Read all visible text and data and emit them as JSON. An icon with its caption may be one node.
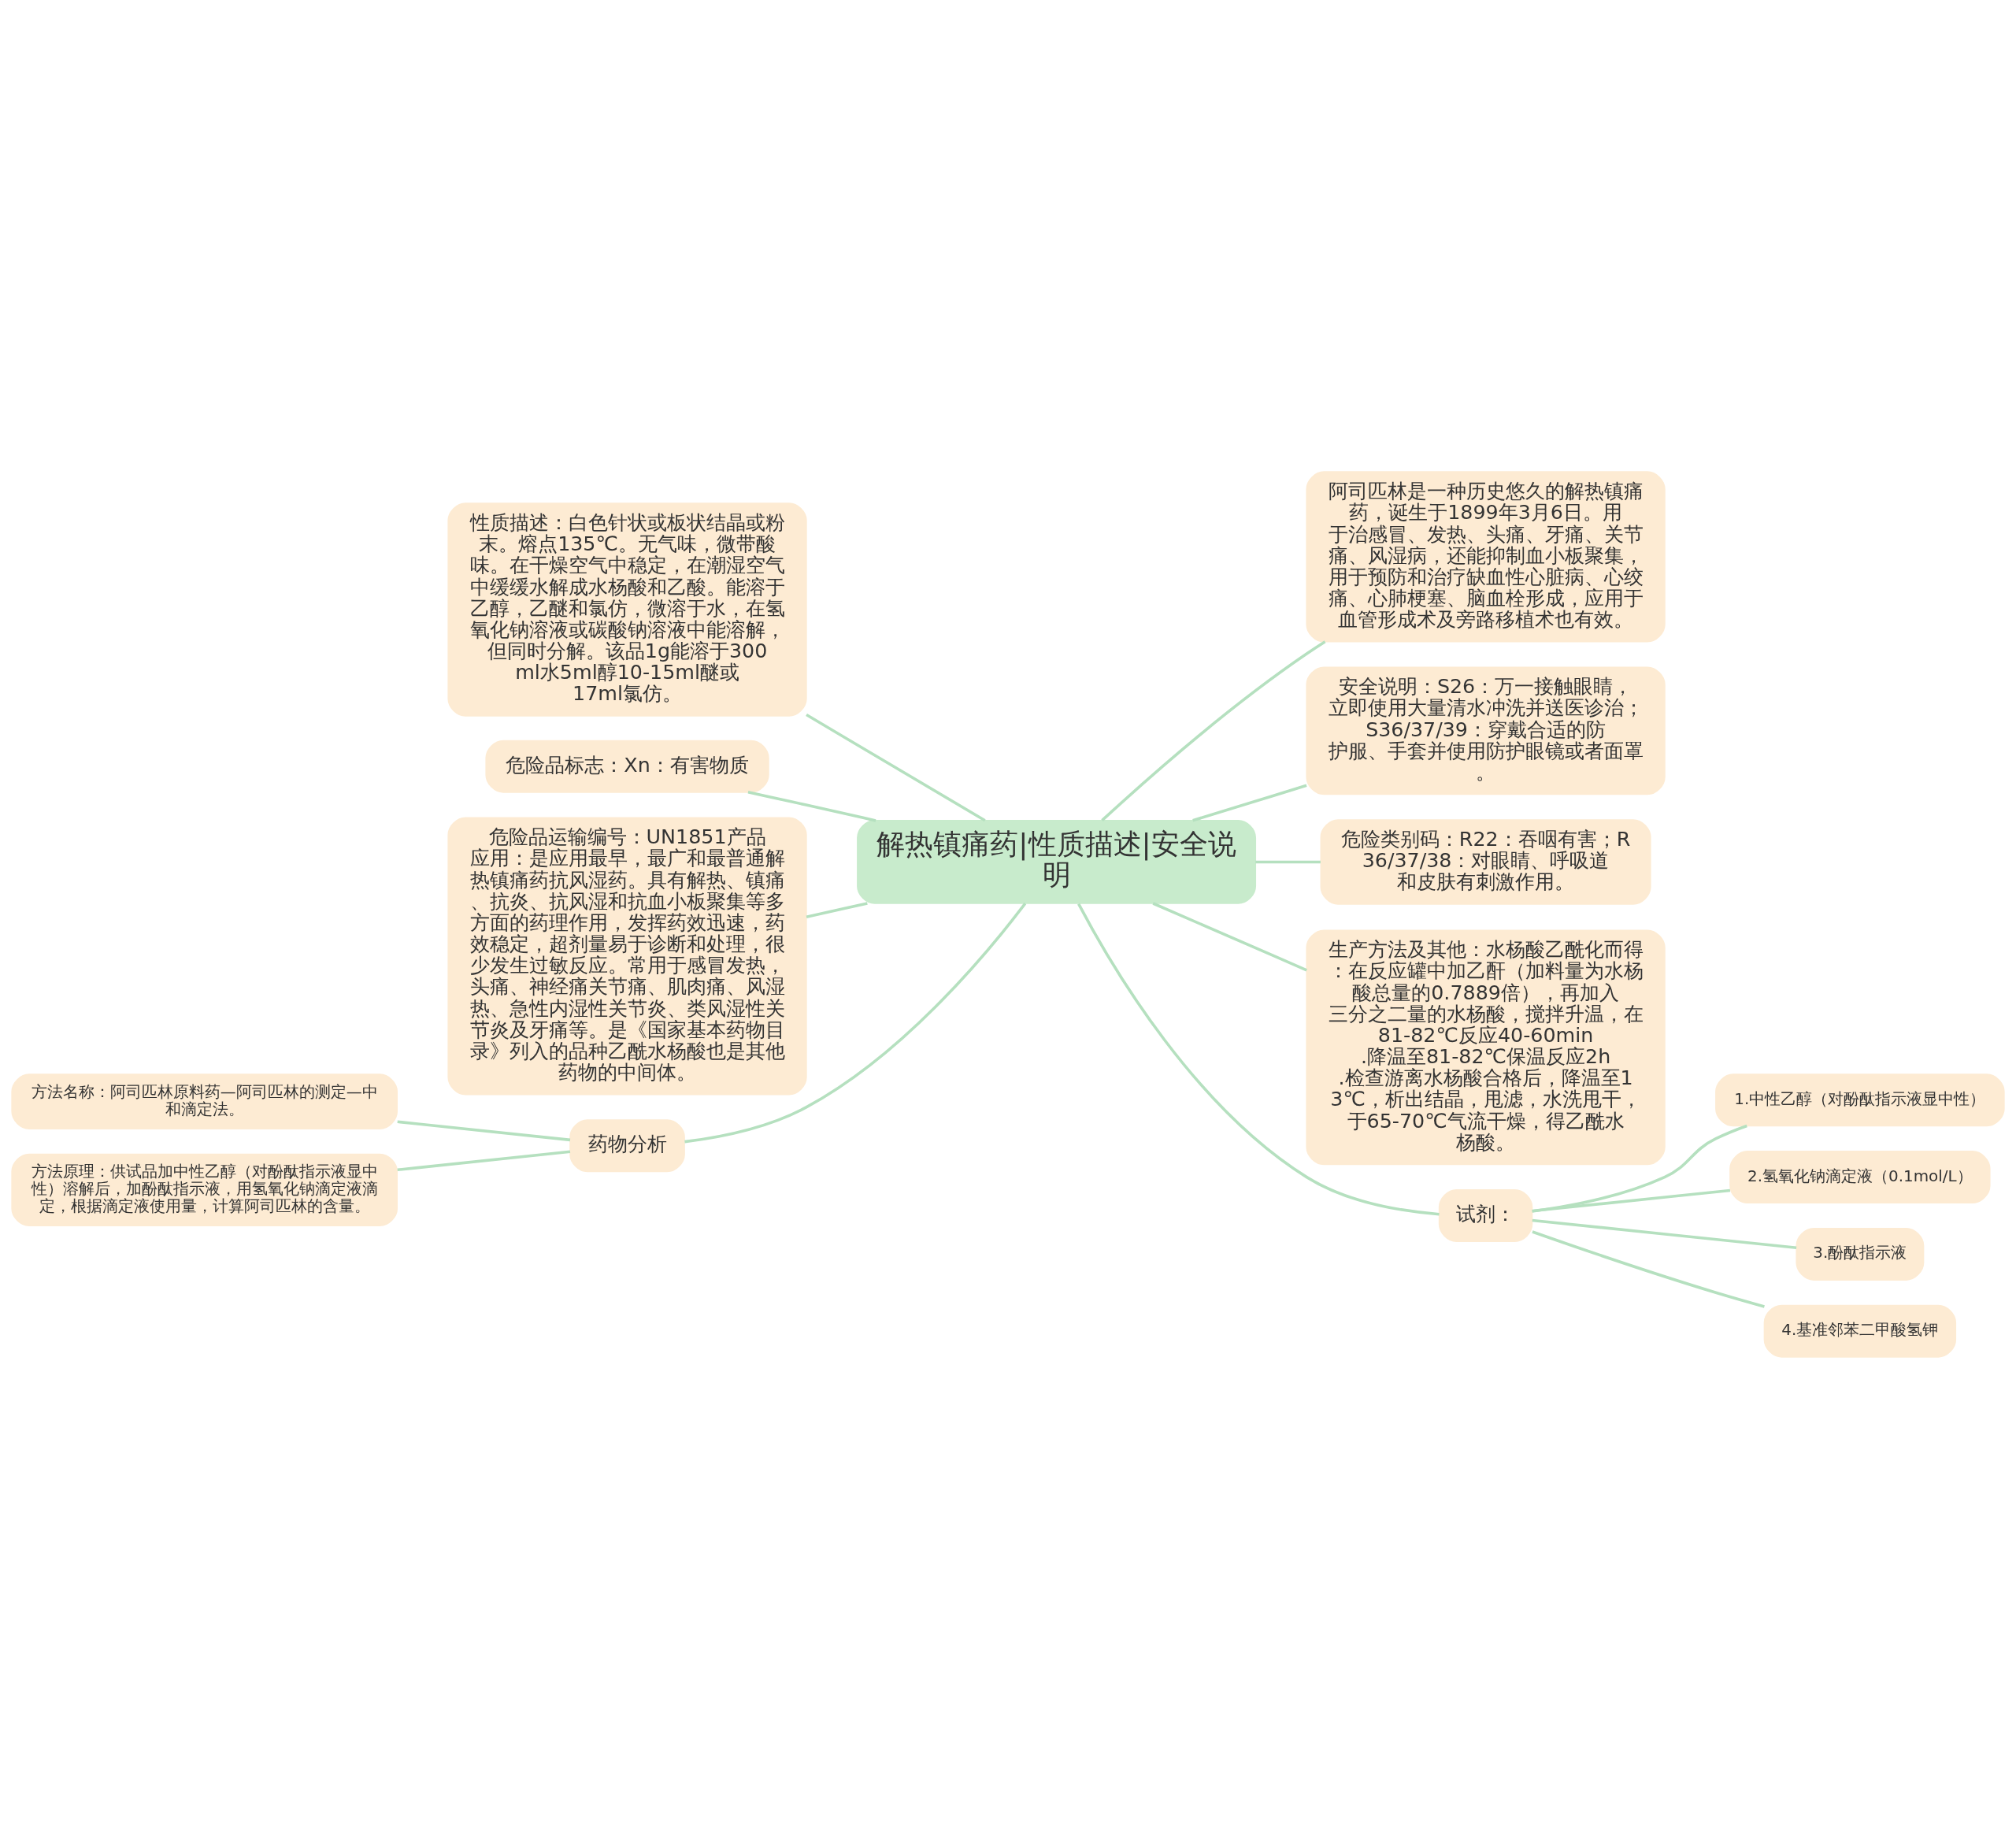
{
  "diagram": {
    "nodes": [
      {
        "text": [
          "解热镇痛药|性质描述|安全说明"
        ]
      },
      {
        "text": [
          "性质描述：白色针状或板状结晶或粉末。熔点135℃。无气味，微带酸味。在干燥空气中稳定，在潮湿空气中缓缓水解成水杨酸和乙酸。能溶于乙醇，乙醚和氯仿，微溶于水，在氢氧化钠溶液或碳酸钠溶液中能溶解，但同时分解。该品1g能溶于300ml水5ml醇10-15ml醚或17ml氯仿。"
        ]
      },
      {
        "text": [
          "危险品标志：Xn：有害物质"
        ]
      },
      {
        "text": [
          "危险品运输编号：UN1851产品应用：是应用最早，最广和最普通解热镇痛药抗风湿药。具有解热、镇痛、抗炎、抗风湿和抗血小板聚集等多方面的药理作用，发挥药效迅速，药效稳定，超剂量易于诊断和处理，很少发生过敏反应。常用于感冒发热，头痛、神经痛关节痛、肌肉痛、风湿热、急性内湿性关节炎、类风湿性关节炎及牙痛等。是《国家基本药物目录》列入的品种乙酰水杨酸也是其他药物的中间体。"
        ]
      },
      {
        "text": [
          "药物分析"
        ]
      },
      {
        "text": [
          "方法名称：阿司匹林原料药—阿司匹林的测定—中和滴定法。"
        ]
      },
      {
        "text": [
          "方法原理：供试品加中性乙醇（对酚酞指示液显中性）溶解后，加酚酞指示液，用氢氧化钠滴定液滴定，根据滴定液使用量，计算阿司匹林的含量。"
        ]
      },
      {
        "text": [
          "阿司匹林是一种历史悠久的解热镇痛药，诞生于1899年3月6日。用于治感冒、发热、头痛、牙痛、关节痛、风湿病，还能抑制血小板聚集，用于预防和治疗缺血性心脏病、心绞痛、心肺梗塞、脑血栓形成，应用于血管形成术及旁路移植术也有效。"
        ]
      },
      {
        "text": [
          "安全说明：S26：万一接触眼睛，立即使用大量清水冲洗并送医诊治；S36/37/39：穿戴合适的防护服、手套并使用防护眼镜或者面罩。"
        ]
      },
      {
        "text": [
          "危险类别码：R22：吞咽有害；R36/37/38：对眼睛、呼吸道和皮肤有刺激作用。"
        ]
      },
      {
        "text": [
          "生产方法及其他：水杨酸乙酰化而得：在反应罐中加乙酐（加料量为水杨酸总量的0.7889倍），再加入三分之二量的水杨酸，搅拌升温，在81-82℃反应40-60min.降温至81-82℃保温反应2h.检查游离水杨酸合格后，降温至13℃，析出结晶，甩滤，水洗甩干，于65-70℃气流干燥，得乙酰水杨酸。"
        ]
      },
      {
        "text": [
          "试剂："
        ]
      },
      {
        "text": [
          "1.中性乙醇（对酚酞指示液显中性）"
        ]
      },
      {
        "text": [
          "2.氢氧化钠滴定液（0.1mol/L）"
        ]
      },
      {
        "text": [
          "3.酚酞指示液"
        ]
      },
      {
        "text": [
          "4.基准邻苯二甲酸氢钾"
        ]
      }
    ],
    "edges": [
      {
        "from": 0,
        "to": 1,
        "arrow": "none"
      },
      {
        "from": 0,
        "to": 2,
        "arrow": "none"
      },
      {
        "from": 0,
        "to": 3,
        "arrow": "none"
      },
      {
        "from": 0,
        "to": 4,
        "arrow": "none"
      },
      {
        "from": 4,
        "to": 5,
        "arrow": "none"
      },
      {
        "from": 4,
        "to": 6,
        "arrow": "none"
      },
      {
        "from": 0,
        "to": 7,
        "arrow": "none"
      },
      {
        "from": 0,
        "to": 8,
        "arrow": "none"
      },
      {
        "from": 0,
        "to": 9,
        "arrow": "none"
      },
      {
        "from": 0,
        "to": 10,
        "arrow": "none"
      },
      {
        "from": 0,
        "to": 11,
        "arrow": "none"
      },
      {
        "from": 11,
        "to": 12,
        "arrow": "none"
      },
      {
        "from": 11,
        "to": 13,
        "arrow": "none"
      },
      {
        "from": 11,
        "to": 14,
        "arrow": "none"
      },
      {
        "from": 11,
        "to": 15,
        "arrow": "none"
      }
    ]
  }
}
